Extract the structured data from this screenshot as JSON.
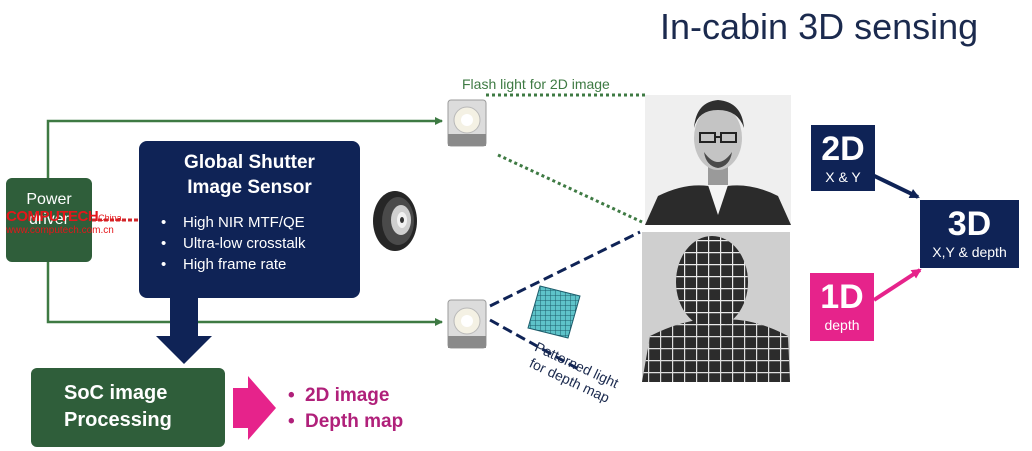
{
  "title": "In-cabin 3D sensing",
  "flash_label": "Flash light for 2D image",
  "power_driver": {
    "label_line1": "Power",
    "label_line2": "driver"
  },
  "sensor": {
    "title_line1": "Global Shutter",
    "title_line2": "Image Sensor",
    "features": [
      "High NIR MTF/QE",
      "Ultra-low crosstalk",
      "High frame rate"
    ]
  },
  "soc": {
    "label_line1": "SoC image",
    "label_line2": "Processing"
  },
  "outputs": [
    "2D image",
    "Depth map"
  ],
  "pattern_label": {
    "line1": "Patterned light",
    "line2": "for depth map"
  },
  "tags": {
    "two_d": {
      "big": "2D",
      "small": "X & Y"
    },
    "one_d": {
      "big": "1D",
      "small": "depth"
    },
    "three_d": {
      "big": "3D",
      "small": "X,Y & depth"
    }
  },
  "watermark": {
    "brand": "COMPUTECH",
    "china": "China",
    "url": "www.computech.com.cn"
  },
  "colors": {
    "navy": "#0f2356",
    "green": "#2f5e3a",
    "line_green": "#3e7a43",
    "magenta": "#e6238b",
    "output_text": "#b0207a"
  }
}
